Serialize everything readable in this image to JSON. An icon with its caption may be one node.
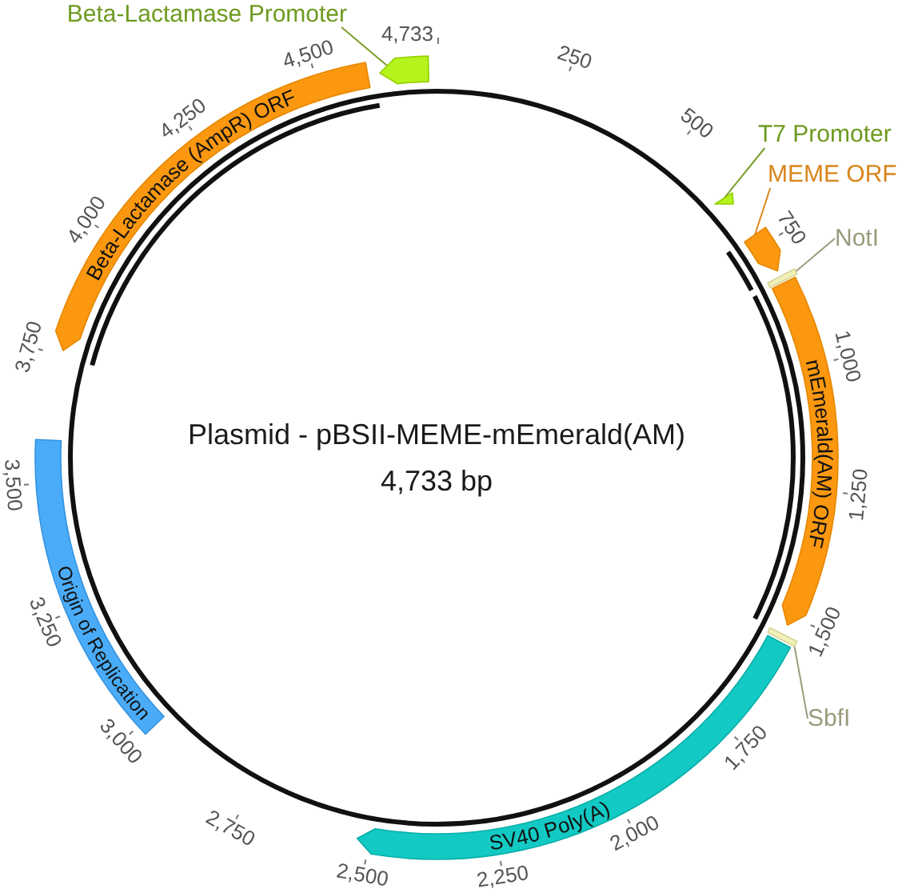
{
  "diagram": {
    "title": "Plasmid - pBSII-MEME-mEmerald(AM)",
    "nodes": [
      {
        "text": [
          "Beta-Lactamase Promoter"
        ]
      },
      {
        "text": [],
        "shape": "pentagon"
      },
      {
        "text": [
          "T7 Promoter"
        ]
      },
      {
        "text": [],
        "shape": "triangle"
      },
      {
        "text": [
          "MEME ORF"
        ]
      },
      {
        "text": [],
        "shape": "pentagon"
      },
      {
        "text": [
          "NotI"
        ]
      },
      {
        "text": [],
        "shape": "bar"
      },
      {
        "text": [
          "mEmerald(AM) ORF"
        ]
      },
      {
        "text": [
          "SbfI"
        ]
      },
      {
        "text": [],
        "shape": "bar"
      },
      {
        "text": [
          "SV40 Poly(A)"
        ]
      },
      {
        "text": [
          "Origin of Replication"
        ]
      },
      {
        "text": [
          "Beta-Lactamase (AmpR) ORF"
        ]
      }
    ],
    "edges": [
      {
        "from": 0,
        "to": 1,
        "arrow": "none",
        "color": "#7a9f2a"
      },
      {
        "from": 2,
        "to": 3,
        "arrow": "none",
        "color": "#7a9f2a"
      },
      {
        "from": 4,
        "to": 5,
        "arrow": "none",
        "color": "#d98a1c"
      },
      {
        "from": 6,
        "to": 7,
        "arrow": "none",
        "color": "#9c9c7e"
      },
      {
        "from": 9,
        "to": 10,
        "arrow": "none",
        "color": "#9c9c7e"
      }
    ],
    "labels": [
      "4,733 bp",
      "250",
      "500",
      "750",
      "1,000",
      "1,250",
      "1,500",
      "1,750",
      "2,000",
      "2,250",
      "2,500",
      "2,750",
      "3,000",
      "3,250",
      "3,500",
      "3,750",
      "4,000",
      "4,250",
      "4,500",
      "4,733"
    ]
  }
}
